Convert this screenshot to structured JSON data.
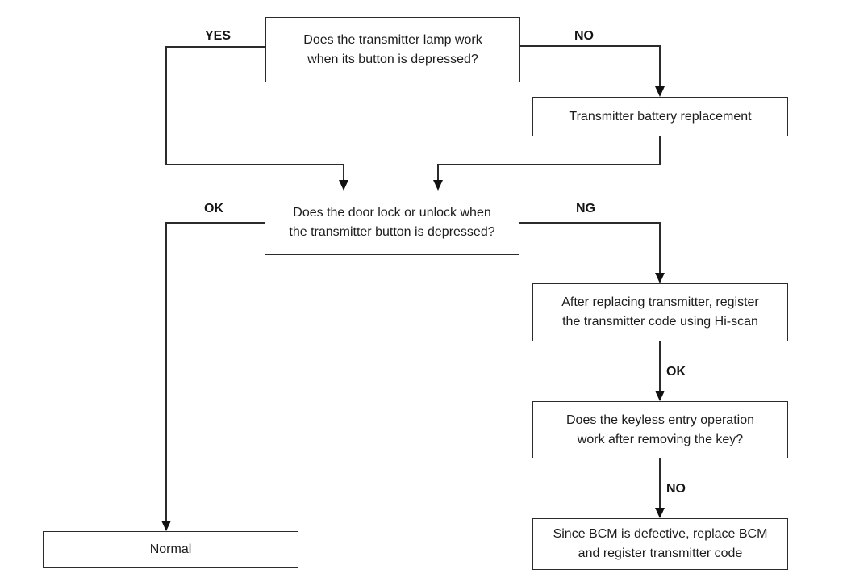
{
  "flowchart": {
    "nodes": {
      "lamp_question": {
        "lines": [
          "Does the transmitter lamp work",
          "when its button is depressed?"
        ]
      },
      "battery_replacement": {
        "lines": [
          "Transmitter battery replacement"
        ]
      },
      "door_lock_question": {
        "lines": [
          "Does the door lock or unlock when",
          "the transmitter button is depressed?"
        ]
      },
      "register_transmitter": {
        "lines": [
          "After replacing transmitter, register",
          "the transmitter code using Hi-scan"
        ]
      },
      "keyless_entry_question": {
        "lines": [
          "Does the keyless entry operation",
          "work after removing the key?"
        ]
      },
      "replace_bcm": {
        "lines": [
          "Since BCM is defective, replace BCM",
          "and register transmitter code"
        ]
      },
      "normal": {
        "lines": [
          "Normal"
        ]
      }
    },
    "edge_labels": {
      "yes": "YES",
      "no_top": "NO",
      "ok_left": "OK",
      "ng": "NG",
      "ok_right": "OK",
      "no_bottom": "NO"
    },
    "colors": {
      "background": "#ffffff",
      "line": "#2b2b2b",
      "text": "#1c1c1c"
    }
  }
}
